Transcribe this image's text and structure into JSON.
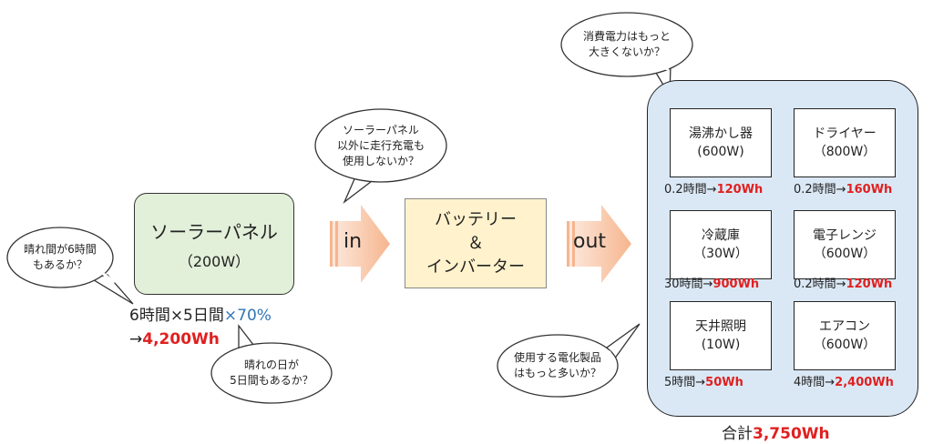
{
  "solar": {
    "title": "ソーラーパネル",
    "spec": "（200W）"
  },
  "calc": {
    "line1": "6時間×5日間",
    "rate": "×70%",
    "arrow": "→",
    "result": "4,200Wh"
  },
  "flow": {
    "in": "in",
    "out": "out"
  },
  "battery": {
    "line1": "バッテリー",
    "line2": "＆",
    "line3": "インバーター"
  },
  "bubbles": {
    "sunny_hours": [
      "晴れ間が6時間",
      "もあるか？"
    ],
    "sunny_days": [
      "晴れの日が",
      "5日間もあるか？"
    ],
    "charge": [
      "ソーラーパネル",
      "以外に走行充電も",
      "使用しないか？"
    ],
    "power": [
      "消費電力はもっと",
      "大きくないか？"
    ],
    "appliances": [
      "使用する電化製品",
      "はもっと多いか？"
    ]
  },
  "appliances": [
    {
      "name": "湯沸かし器",
      "watt": "(600W)",
      "hours": "0.2時間→",
      "energy": "120Wh"
    },
    {
      "name": "ドライヤー",
      "watt": "（800W）",
      "hours": "0.2時間→",
      "energy": "160Wh"
    },
    {
      "name": "冷蔵庫",
      "watt": "（30W）",
      "hours": "30時間→",
      "energy": "900Wh"
    },
    {
      "name": "電子レンジ",
      "watt": "（600W）",
      "hours": "0.2時間→",
      "energy": "120Wh"
    },
    {
      "name": "天井照明",
      "watt": "(10W)",
      "hours": "5時間→",
      "energy": "50Wh"
    },
    {
      "name": "エアコン",
      "watt": "（600W）",
      "hours": "4時間→",
      "energy": "2,400Wh"
    }
  ],
  "total": {
    "label": "合計",
    "value": "3,750Wh"
  },
  "colors": {
    "solar_fill": "#e2efd9",
    "battery_fill": "#fff2cc",
    "panel_fill": "#dae8f5",
    "arrow": "#f8c8a8",
    "highlight_red": "#e02020",
    "highlight_blue": "#2e75b6"
  }
}
